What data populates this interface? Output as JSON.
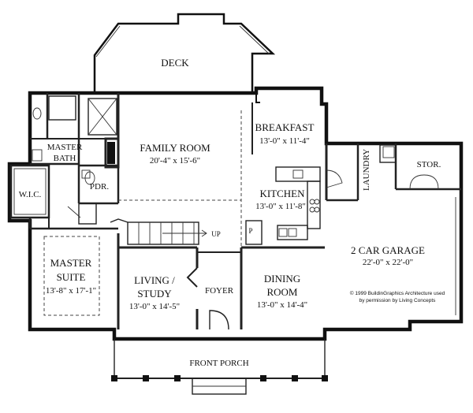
{
  "rooms": {
    "deck": {
      "name": "DECK"
    },
    "breakfast": {
      "name": "BREAKFAST",
      "size": "13'-0\" x 11'-4\""
    },
    "family_room": {
      "name": "FAMILY ROOM",
      "size": "20'-4\" x 15'-6\""
    },
    "master_bath": {
      "line1": "MASTER",
      "line2": "BATH"
    },
    "wic": {
      "name": "W.I.C."
    },
    "pdr": {
      "name": "PDR."
    },
    "kitchen": {
      "name": "KITCHEN",
      "size": "13'-0\" x 11'-8\""
    },
    "laundry": {
      "name": "LAUNDRY"
    },
    "storage": {
      "name": "STOR."
    },
    "up_stair": {
      "name": "UP"
    },
    "garage": {
      "name": "2 CAR GARAGE",
      "size": "22'-0\" x 22'-0\""
    },
    "master_suite": {
      "line1": "MASTER",
      "line2": "SUITE",
      "size": "13'-8\" x 17'-1\""
    },
    "living_study": {
      "line1": "LIVING /",
      "line2": "STUDY",
      "size": "13'-0\" x 14'-5\""
    },
    "foyer": {
      "name": "FOYER"
    },
    "dining": {
      "line1": "DINING",
      "line2": "ROOM",
      "size": "13'-0\" x 14'-4\""
    },
    "front_porch": {
      "name": "FRONT PORCH"
    },
    "pantry": {
      "name": "P"
    }
  },
  "credit": {
    "line1": "© 1999 BuildinGraphics Architecture used",
    "line2": "by permission by Living Concepts"
  }
}
